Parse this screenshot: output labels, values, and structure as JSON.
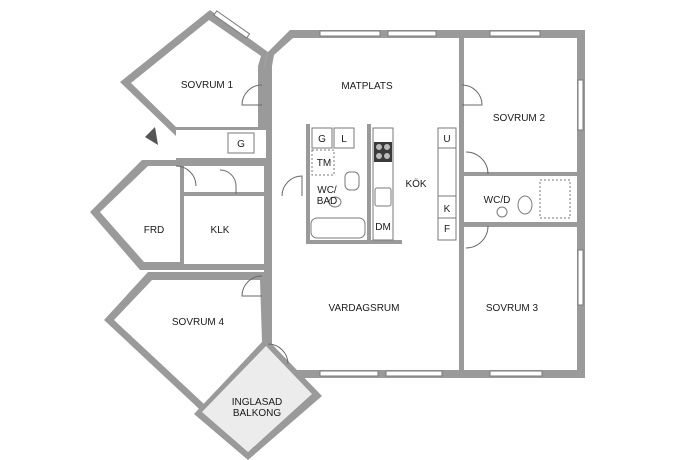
{
  "rooms": {
    "sovrum1": "SOVRUM 1",
    "matplats": "MATPLATS",
    "sovrum2": "SOVRUM 2",
    "wc_bad_1": "WC/",
    "wc_bad_2": "BAD",
    "kok": "KÖK",
    "wcd": "WC/D",
    "frd": "FRD",
    "klk": "KLK",
    "vardagsrum": "VARDAGSRUM",
    "sovrum3": "SOVRUM 3",
    "sovrum4": "SOVRUM 4",
    "balkong_1": "INGLASAD",
    "balkong_2": "BALKONG"
  },
  "fixtures": {
    "g_hall": "G",
    "g_kitchen": "G",
    "l": "L",
    "tm": "TM",
    "dm": "DM",
    "u": "U",
    "k": "K",
    "f": "F"
  },
  "colors": {
    "wall": "#9a9a9a",
    "floor": "#ffffff",
    "balcony": "#ececec",
    "hob": "#3a3a3a"
  }
}
